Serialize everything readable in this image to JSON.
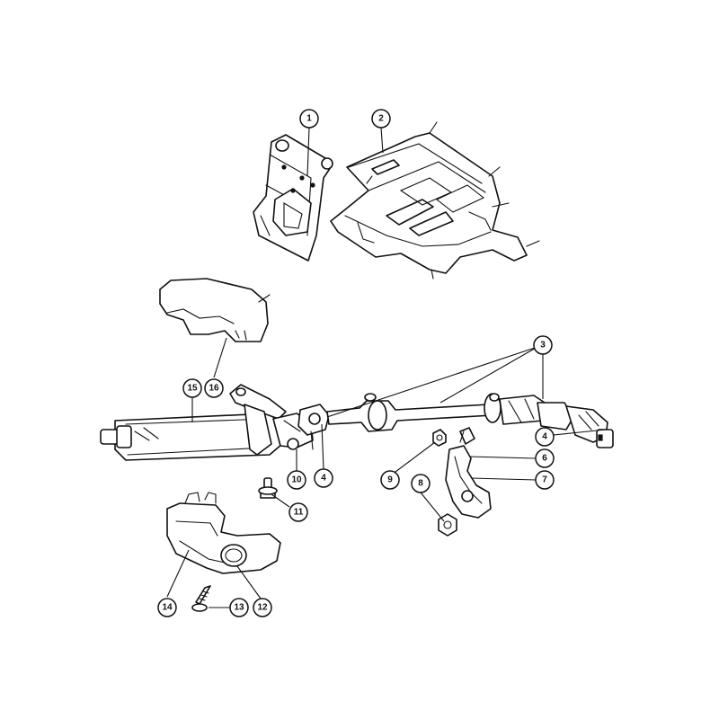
{
  "callouts": [
    {
      "id": "c1",
      "label": "1"
    },
    {
      "id": "c2",
      "label": "2"
    },
    {
      "id": "c3",
      "label": "3"
    },
    {
      "id": "c4a",
      "label": "4"
    },
    {
      "id": "c4b",
      "label": "4"
    },
    {
      "id": "c6",
      "label": "6"
    },
    {
      "id": "c7",
      "label": "7"
    },
    {
      "id": "c8",
      "label": "8"
    },
    {
      "id": "c9",
      "label": "9"
    },
    {
      "id": "c10",
      "label": "10"
    },
    {
      "id": "c11",
      "label": "11"
    },
    {
      "id": "c12",
      "label": "12"
    },
    {
      "id": "c13",
      "label": "13"
    },
    {
      "id": "c14",
      "label": "14"
    },
    {
      "id": "c15",
      "label": "15"
    },
    {
      "id": "c16",
      "label": "16"
    }
  ]
}
